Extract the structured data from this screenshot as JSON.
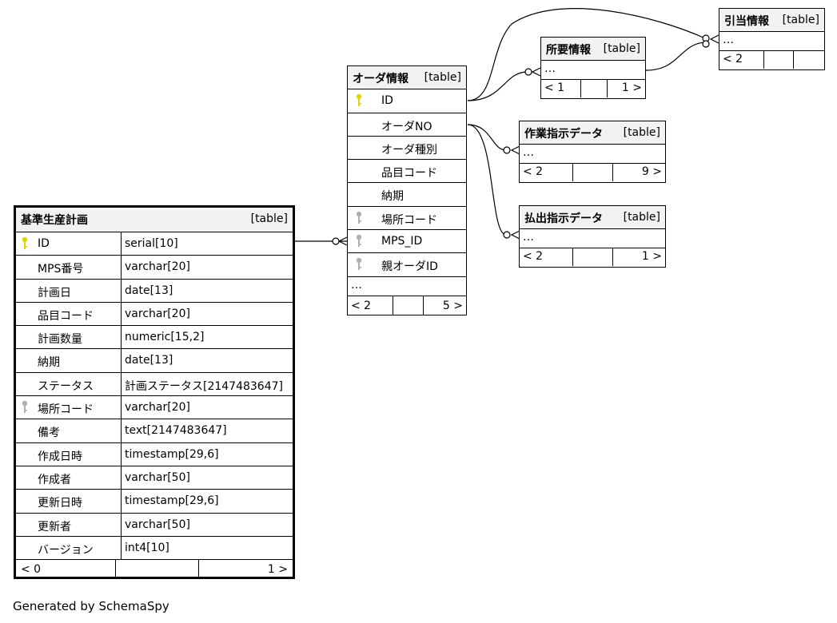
{
  "diagram": {
    "key_icon_primary": "key-yellow-icon",
    "key_icon_foreign": "key-gray-icon",
    "colors": {
      "primary_key": "#e6d400",
      "foreign_key": "#b0b0b0",
      "header_bg": "#f2f2f2",
      "line": "#000000"
    }
  },
  "main_table": {
    "name": "基準生産計画",
    "type": "[table]",
    "columns": [
      {
        "name": "ID",
        "type": "serial[10]",
        "key": "primary"
      },
      {
        "name": "MPS番号",
        "type": "varchar[20]",
        "key": ""
      },
      {
        "name": "計画日",
        "type": "date[13]",
        "key": ""
      },
      {
        "name": "品目コード",
        "type": "varchar[20]",
        "key": ""
      },
      {
        "name": "計画数量",
        "type": "numeric[15,2]",
        "key": ""
      },
      {
        "name": "納期",
        "type": "date[13]",
        "key": ""
      },
      {
        "name": "ステータス",
        "type": "計画ステータス[2147483647]",
        "key": ""
      },
      {
        "name": "場所コード",
        "type": "varchar[20]",
        "key": "foreign"
      },
      {
        "name": "備考",
        "type": "text[2147483647]",
        "key": ""
      },
      {
        "name": "作成日時",
        "type": "timestamp[29,6]",
        "key": ""
      },
      {
        "name": "作成者",
        "type": "varchar[50]",
        "key": ""
      },
      {
        "name": "更新日時",
        "type": "timestamp[29,6]",
        "key": ""
      },
      {
        "name": "更新者",
        "type": "varchar[50]",
        "key": ""
      },
      {
        "name": "バージョン",
        "type": "int4[10]",
        "key": ""
      }
    ],
    "footer": {
      "parents": "< 0",
      "children": "1 >"
    }
  },
  "order_table": {
    "name": "オーダ情報",
    "type": "[table]",
    "columns": [
      {
        "name": "ID",
        "key": "primary"
      },
      {
        "name": "オーダNO",
        "key": ""
      },
      {
        "name": "オーダ種別",
        "key": ""
      },
      {
        "name": "品目コード",
        "key": ""
      },
      {
        "name": "納期",
        "key": ""
      },
      {
        "name": "場所コード",
        "key": "foreign"
      },
      {
        "name": "MPS_ID",
        "key": "foreign"
      },
      {
        "name": "親オーダID",
        "key": "foreign"
      }
    ],
    "ellipsis": "…",
    "footer": {
      "parents": "< 2",
      "children": "5 >"
    }
  },
  "requirement_table": {
    "name": "所要情報",
    "type": "[table]",
    "ellipsis": "…",
    "footer": {
      "parents": "< 1",
      "children": "1 >"
    }
  },
  "allocation_table": {
    "name": "引当情報",
    "type": "[table]",
    "ellipsis": "…",
    "footer": {
      "parents": "< 2",
      "children": ""
    }
  },
  "work_order_table": {
    "name": "作業指示データ",
    "type": "[table]",
    "ellipsis": "…",
    "footer": {
      "parents": "< 2",
      "children": "9 >"
    }
  },
  "issue_order_table": {
    "name": "払出指示データ",
    "type": "[table]",
    "ellipsis": "…",
    "footer": {
      "parents": "< 2",
      "children": "1 >"
    }
  },
  "generated_by": "Generated by SchemaSpy"
}
